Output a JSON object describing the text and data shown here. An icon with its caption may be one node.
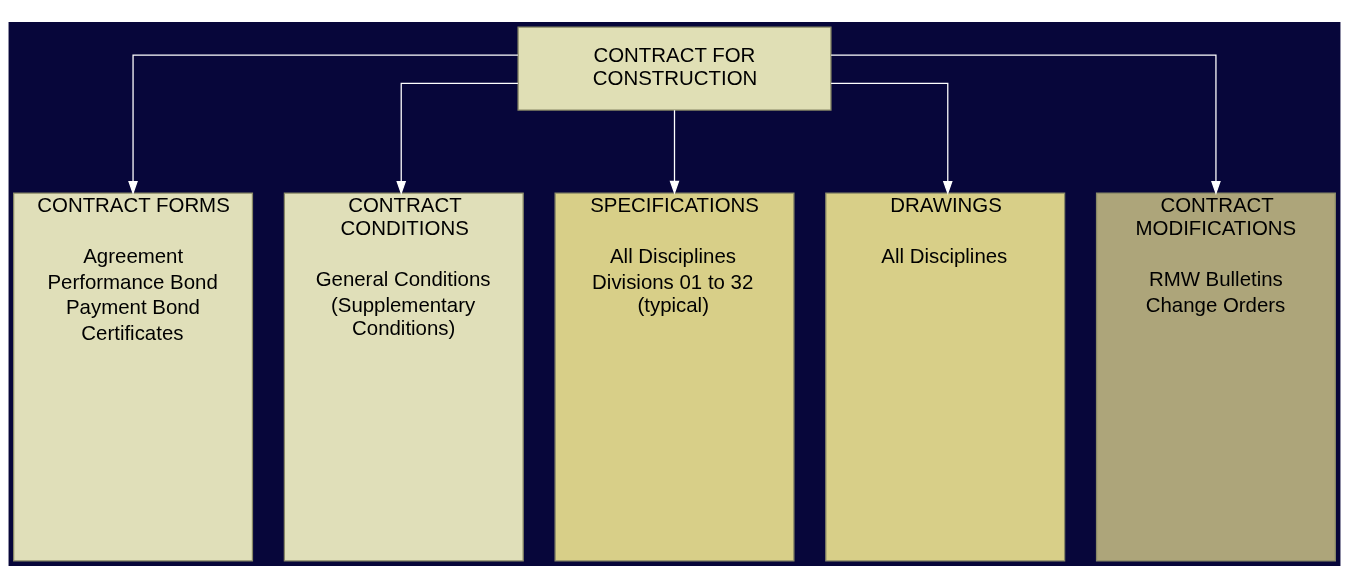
{
  "diagram": {
    "nodes": [
      {
        "text": [
          "CONTRACT FOR CONSTRUCTION"
        ]
      },
      {
        "text": [
          "CONTRACT FORMS",
          "Agreement",
          "Performance Bond",
          "Payment Bond",
          "Certificates"
        ]
      },
      {
        "text": [
          "CONTRACT CONDITIONS",
          "General Conditions",
          "(Supplementary Conditions)"
        ]
      },
      {
        "text": [
          "SPECIFICATIONS",
          "All Disciplines",
          "Divisions 01 to 32 (typical)"
        ]
      },
      {
        "text": [
          "DRAWINGS",
          "All Disciplines"
        ]
      },
      {
        "text": [
          "CONTRACT MODIFICATIONS",
          "RMW Bulletins",
          "Change Orders"
        ]
      }
    ],
    "edges": [
      {
        "from": 0,
        "to": 1,
        "arrow": "to"
      },
      {
        "from": 0,
        "to": 2,
        "arrow": "to"
      },
      {
        "from": 0,
        "to": 3,
        "arrow": "to"
      },
      {
        "from": 0,
        "to": 4,
        "arrow": "to"
      },
      {
        "from": 0,
        "to": 5,
        "arrow": "to"
      }
    ]
  }
}
